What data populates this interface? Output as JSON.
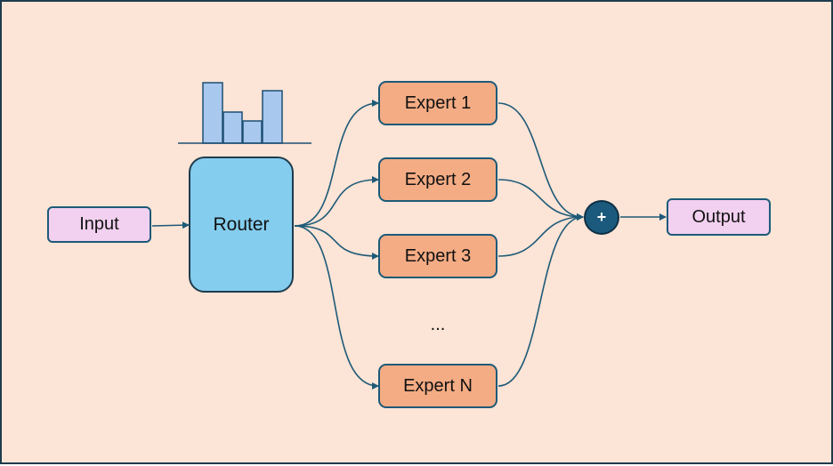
{
  "nodes": {
    "input": "Input",
    "router": "Router",
    "experts": [
      "Expert 1",
      "Expert 2",
      "Expert 3",
      "Expert N"
    ],
    "ellipsis": "...",
    "sum": "+",
    "output": "Output"
  },
  "routing_histogram": {
    "relative_weights": [
      1.0,
      0.51,
      0.37,
      0.87
    ]
  },
  "colors": {
    "background": "#fce4d6",
    "io_fill": "#f2d0ef",
    "router_fill": "#84cdee",
    "expert_fill": "#f4ac84",
    "histogram_fill": "#a9c8ee",
    "sum_fill": "#1b5a7c",
    "arrow": "#1d5a78"
  }
}
